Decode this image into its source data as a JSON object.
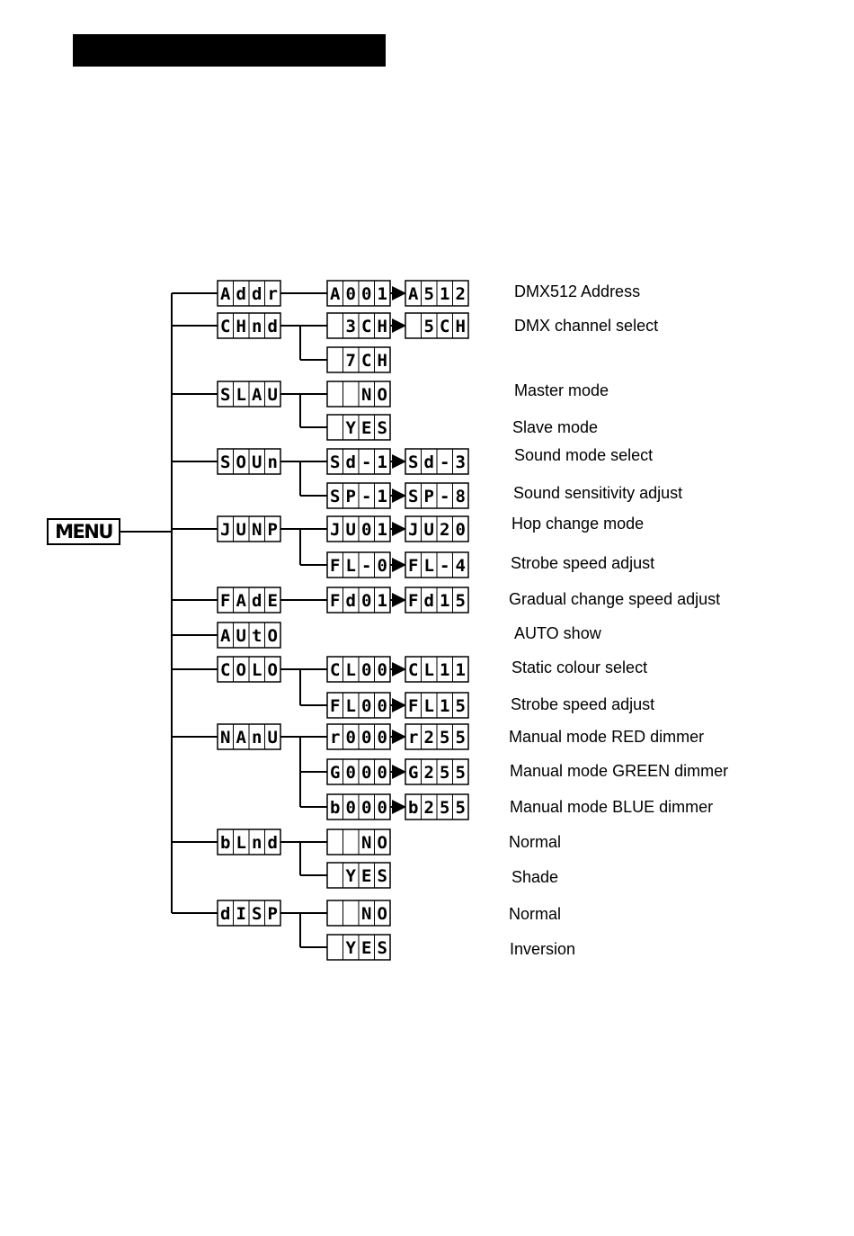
{
  "menu_label": "MENU",
  "main_items": [
    {
      "code": "Addr",
      "options": [
        {
          "from": "A001",
          "to": "A512"
        }
      ],
      "descriptions": [
        "DMX512   Address"
      ]
    },
    {
      "code": "CHnd",
      "options": [
        {
          "from": "3CH",
          "to": "5CH"
        },
        {
          "from": "7CH"
        }
      ],
      "descriptions": [
        "DMX channel select"
      ]
    },
    {
      "code": "SLAU",
      "options": [
        {
          "from": "NO"
        },
        {
          "from": "YES"
        }
      ],
      "descriptions": [
        "Master mode",
        "Slave mode"
      ]
    },
    {
      "code": "SOUn",
      "options": [
        {
          "from": "Sd-1",
          "to": "Sd-3"
        },
        {
          "from": "SP-1",
          "to": "SP-8"
        }
      ],
      "descriptions": [
        "Sound mode select",
        "Sound sensitivity adjust"
      ]
    },
    {
      "code": "JUNP",
      "options": [
        {
          "from": "JU01",
          "to": "JU20"
        },
        {
          "from": "FL-0",
          "to": "FL-4"
        }
      ],
      "descriptions": [
        "Hop change mode",
        "Strobe speed adjust"
      ]
    },
    {
      "code": "FAdE",
      "options": [
        {
          "from": "Fd01",
          "to": "Fd15"
        }
      ],
      "descriptions": [
        "Gradual change  speed adjust"
      ]
    },
    {
      "code": "AUtO",
      "options": [],
      "descriptions": [
        "AUTO show"
      ]
    },
    {
      "code": "COLO",
      "options": [
        {
          "from": "CL00",
          "to": "CL11"
        },
        {
          "from": "FL00",
          "to": "FL15"
        }
      ],
      "descriptions": [
        "Static colour select",
        "Strobe speed adjust"
      ]
    },
    {
      "code": "NAnU",
      "options": [
        {
          "from": "r000",
          "to": "r255"
        },
        {
          "from": "G000",
          "to": "G255"
        },
        {
          "from": "b000",
          "to": "b255"
        }
      ],
      "descriptions": [
        "Manual mode RED dimmer",
        "Manual mode GREEN dimmer",
        "Manual mode BLUE dimmer"
      ]
    },
    {
      "code": "bLnd",
      "options": [
        {
          "from": "NO"
        },
        {
          "from": "YES"
        }
      ],
      "descriptions": [
        "Normal",
        "Shade"
      ]
    },
    {
      "code": "dISP",
      "options": [
        {
          "from": "NO"
        },
        {
          "from": "YES"
        }
      ],
      "descriptions": [
        "Normal",
        "Inversion"
      ]
    }
  ]
}
